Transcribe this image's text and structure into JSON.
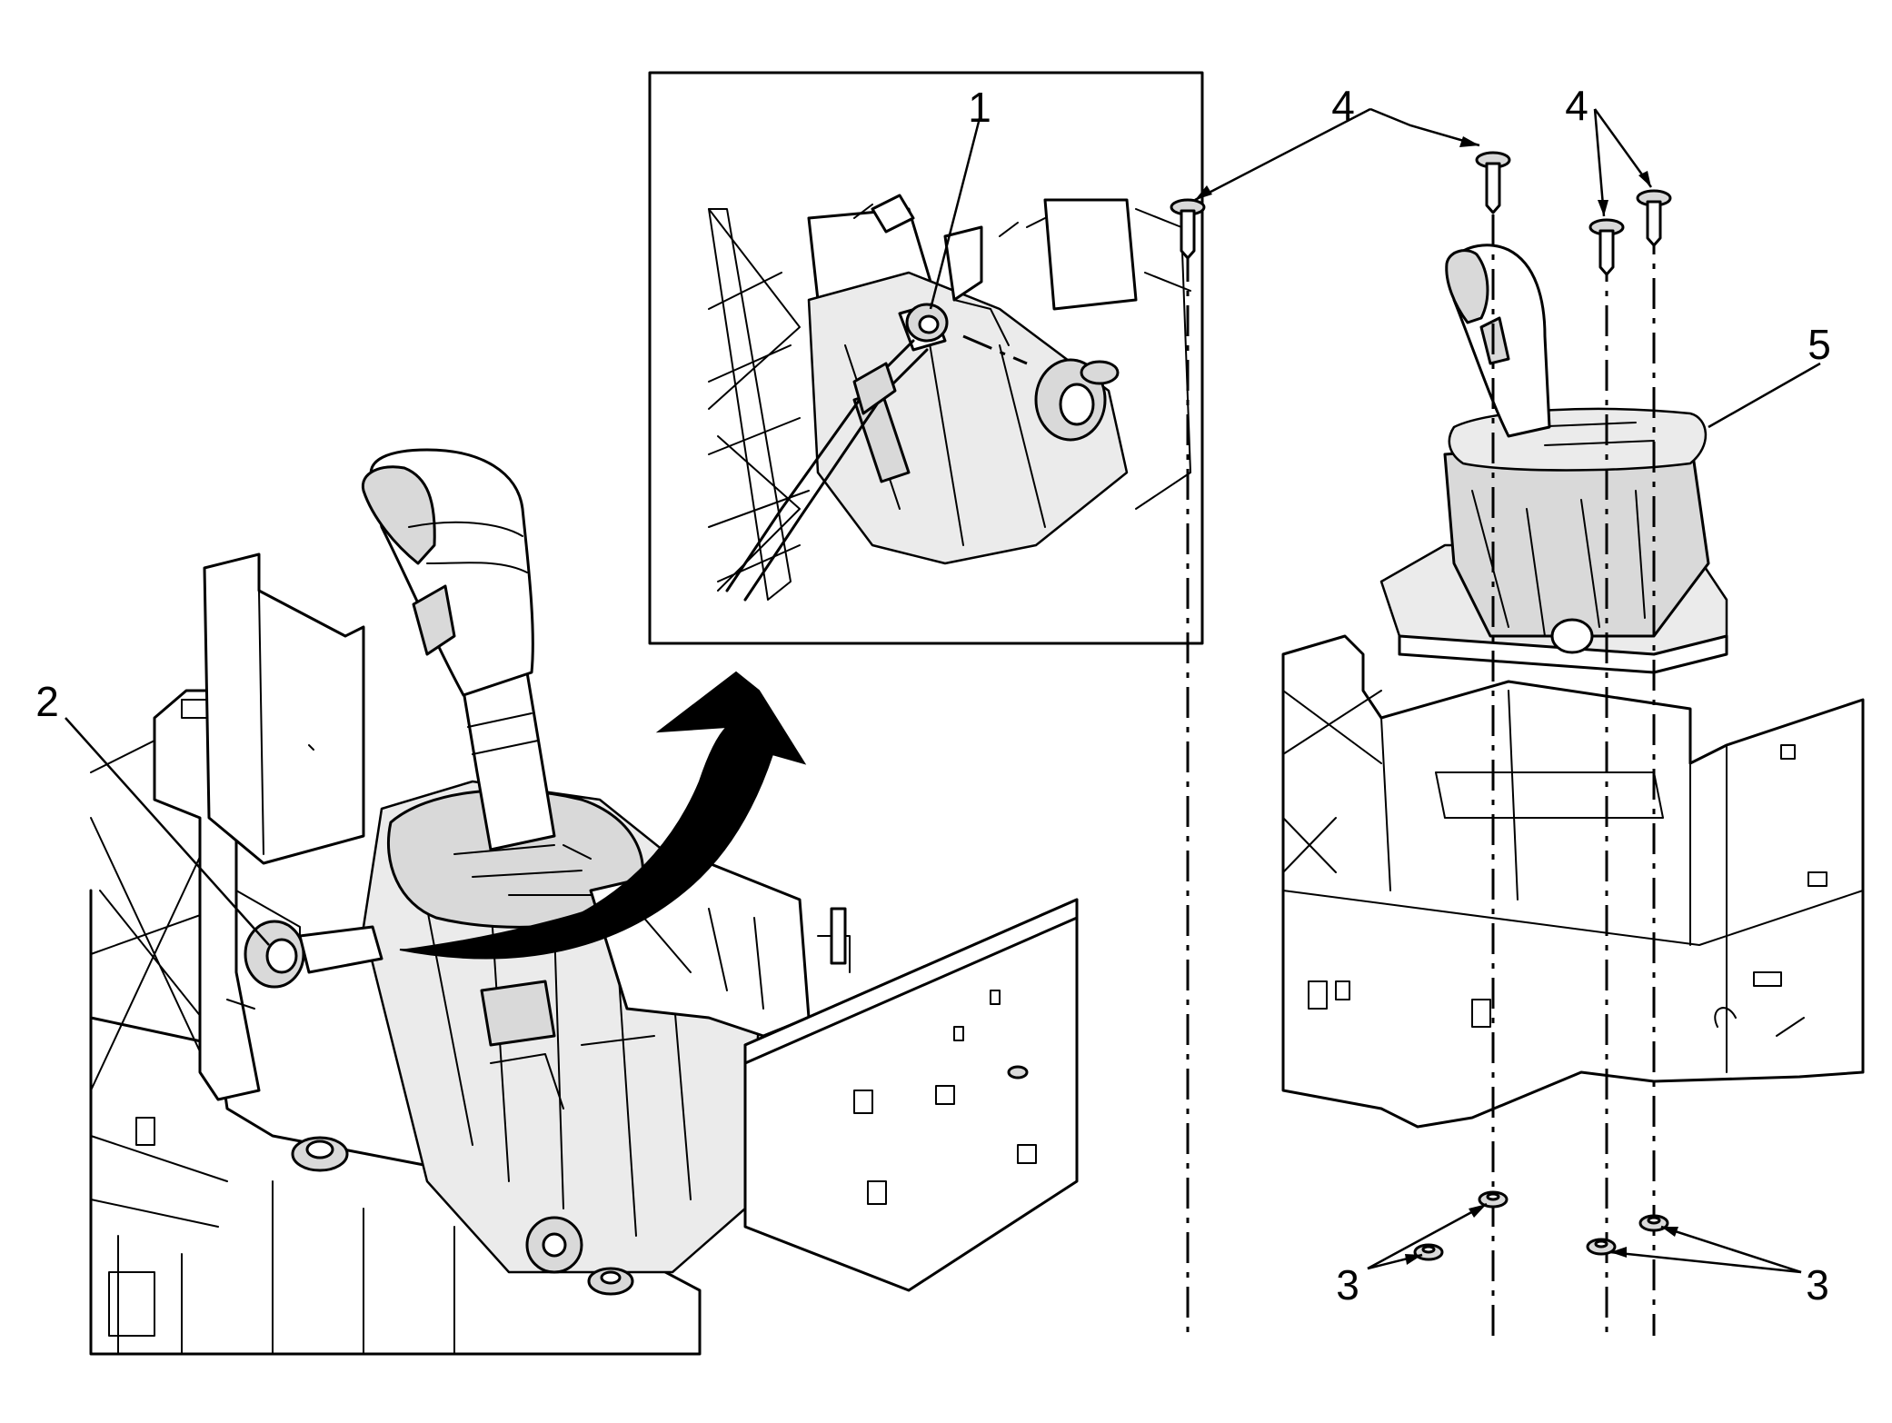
{
  "callouts": {
    "c1": "1",
    "c2": "2",
    "c3_left": "3",
    "c3_right": "3",
    "c4_left": "4",
    "c4_right": "4",
    "c5": "5"
  },
  "colors": {
    "line": "#000000",
    "background": "#ffffff",
    "shading": "#d9d9d9"
  }
}
